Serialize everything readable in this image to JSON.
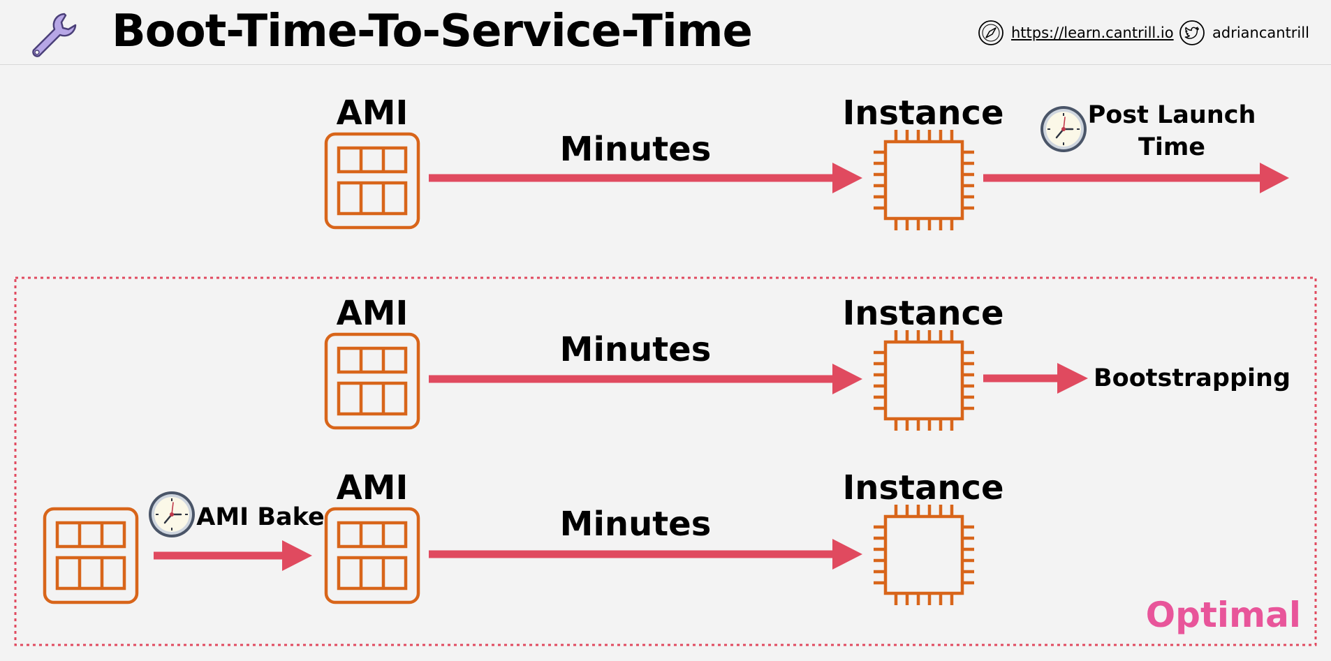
{
  "header": {
    "title": "Boot-Time-To-Service-Time",
    "website": "https://learn.cantrill.io",
    "twitter": "adriancantrill"
  },
  "colors": {
    "arrow": "#e04a5f",
    "icon_orange": "#d8651a",
    "optimal_pink": "#e8559a",
    "dotted_border": "#e04a5f"
  },
  "icons": {
    "header_logo": "wrench-icon",
    "website": "compass-icon",
    "twitter": "twitter-bird-icon",
    "ami": "ami-grid-icon",
    "instance": "ec2-chip-icon",
    "clock": "clock-icon"
  },
  "row1": {
    "ami_label": "AMI",
    "duration_label": "Minutes",
    "instance_label": "Instance",
    "post_launch_line1": "Post Launch",
    "post_launch_line2": "Time"
  },
  "row2": {
    "ami_label": "AMI",
    "duration_label": "Minutes",
    "instance_label": "Instance",
    "bootstrapping_label": "Bootstrapping"
  },
  "row3": {
    "ami_bake_label": "AMI Bake",
    "ami_label": "AMI",
    "duration_label": "Minutes",
    "instance_label": "Instance"
  },
  "optimal_label": "Optimal"
}
